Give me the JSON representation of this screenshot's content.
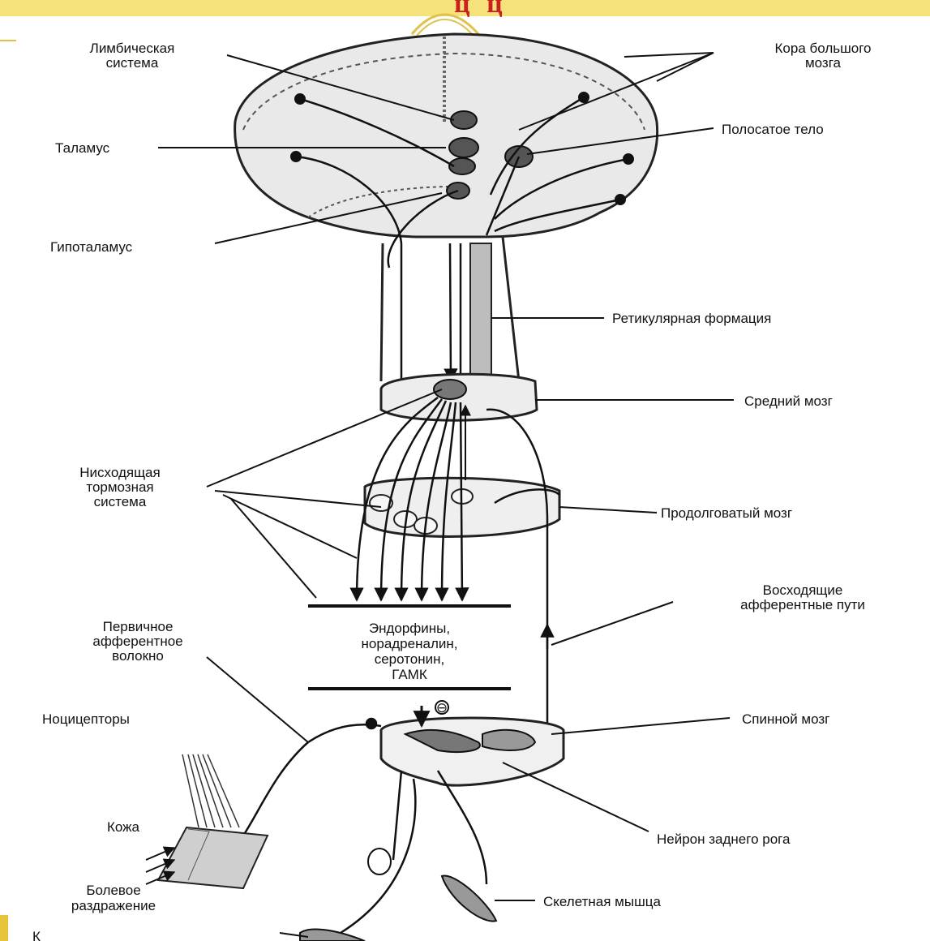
{
  "header": {
    "title_fragment": "ц  ц",
    "band_color": "#f5e27a",
    "title_color": "#cc1f1f"
  },
  "labels": {
    "limbic": [
      "Лимбическая",
      "система"
    ],
    "cortex": [
      "Кора большого",
      "мозга"
    ],
    "thalamus": "Таламус",
    "striatum": "Полосатое тело",
    "hypothalamus": "Гипоталамус",
    "reticular": "Ретикулярная формация",
    "midbrain": "Средний мозг",
    "descending": [
      "Нисходящая",
      "тормозная",
      "система"
    ],
    "medulla": "Продолговатый мозг",
    "ascending": [
      "Восходящие",
      "афферентные пути"
    ],
    "mediators": [
      "Эндорфины,",
      "норадреналин,",
      "серотонин,",
      "ГАМК"
    ],
    "inhibition_sign": "⊖",
    "primary_fiber": [
      "Первичное",
      "афферентное",
      "волокно"
    ],
    "nociceptors": "Ноцицепторы",
    "spinal_cord": "Спинной мозг",
    "skin": "Кожа",
    "dorsal_horn": "Нейрон заднего рога",
    "pain_stimulus": [
      "Болевое",
      "раздражение"
    ],
    "skeletal_muscle": "Скелетная мышца",
    "bottom_cut": "К"
  }
}
